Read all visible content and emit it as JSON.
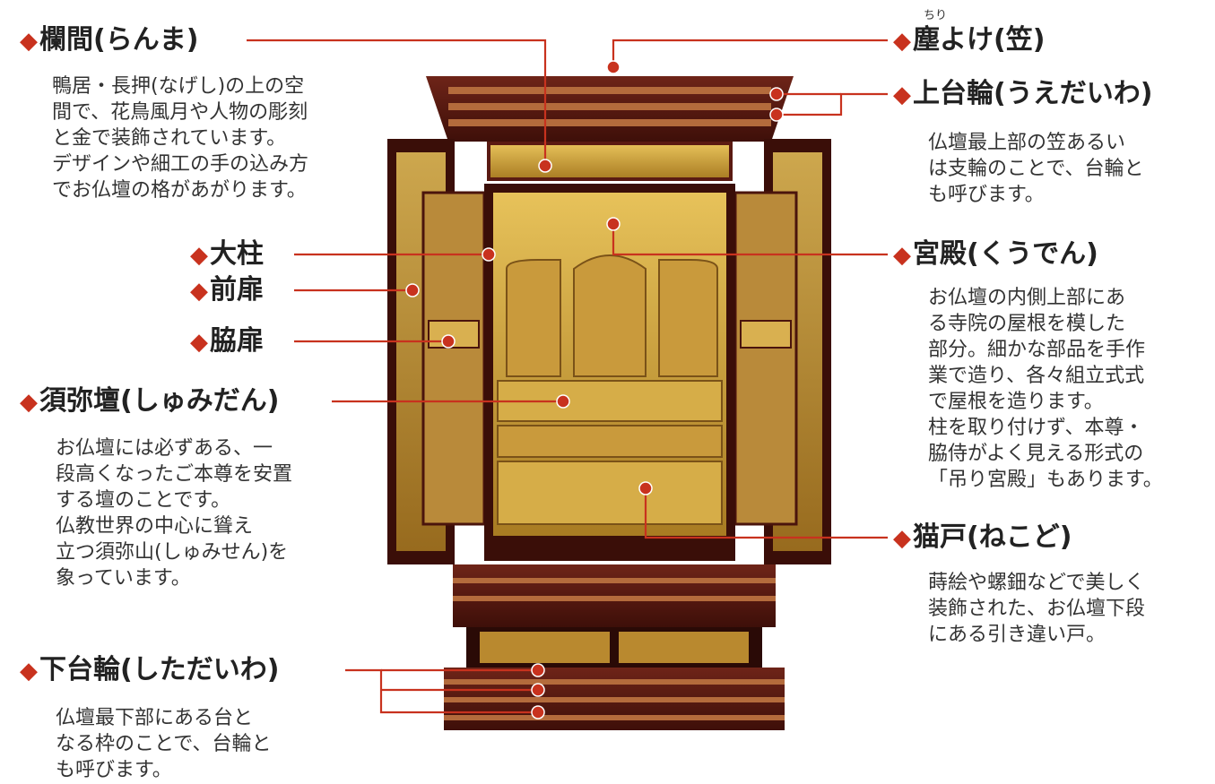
{
  "colors": {
    "accent": "#c8321e",
    "gold": "#c9a23a",
    "lacquer": "#5a1a12"
  },
  "labels": {
    "ranma": {
      "title": "欄間(らんま)",
      "desc": "鴨居・長押(なげし)の上の空\n間で、花鳥風月や人物の彫刻\nと金で装飾されています。\nデザインや細工の手の込み方\nでお仏壇の格があがります。"
    },
    "chiriyoke": {
      "ruby": "ちり",
      "title": "塵よけ(笠)"
    },
    "uedaiwa": {
      "title": "上台輪(うえだいわ)",
      "desc": "仏壇最上部の笠あるい\nは支輪のことで、台輪と\nも呼びます。"
    },
    "ohashira": {
      "title": "大柱"
    },
    "maetobira": {
      "title": "前扉"
    },
    "wakitobira": {
      "title": "脇扉"
    },
    "kuden": {
      "title": "宮殿(くうでん)",
      "desc": "お仏壇の内側上部にあ\nる寺院の屋根を模した\n部分。細かな部品を手作\n業で造り、各々組立式式\nで屋根を造ります。\n柱を取り付けず、本尊・\n脇侍がよく見える形式の\n「吊り宮殿」もあります。"
    },
    "shumidan": {
      "title": "須弥壇(しゅみだん)",
      "desc": "お仏壇には必ずある、一\n段高くなったご本尊を安置\nする壇のことです。\n仏教世界の中心に聳え\n立つ須弥山(しゅみせん)を\n象っています。"
    },
    "nekodo": {
      "title": "猫戸(ねこど)",
      "desc": "蒔絵や螺鈿などで美しく\n装飾された、お仏壇下段\nにある引き違い戸。"
    },
    "shitadaiwa": {
      "title": "下台輪(しただいわ)",
      "desc": "仏壇最下部にある台と\nなる枠のことで、台輪と\nも呼びます。"
    }
  }
}
